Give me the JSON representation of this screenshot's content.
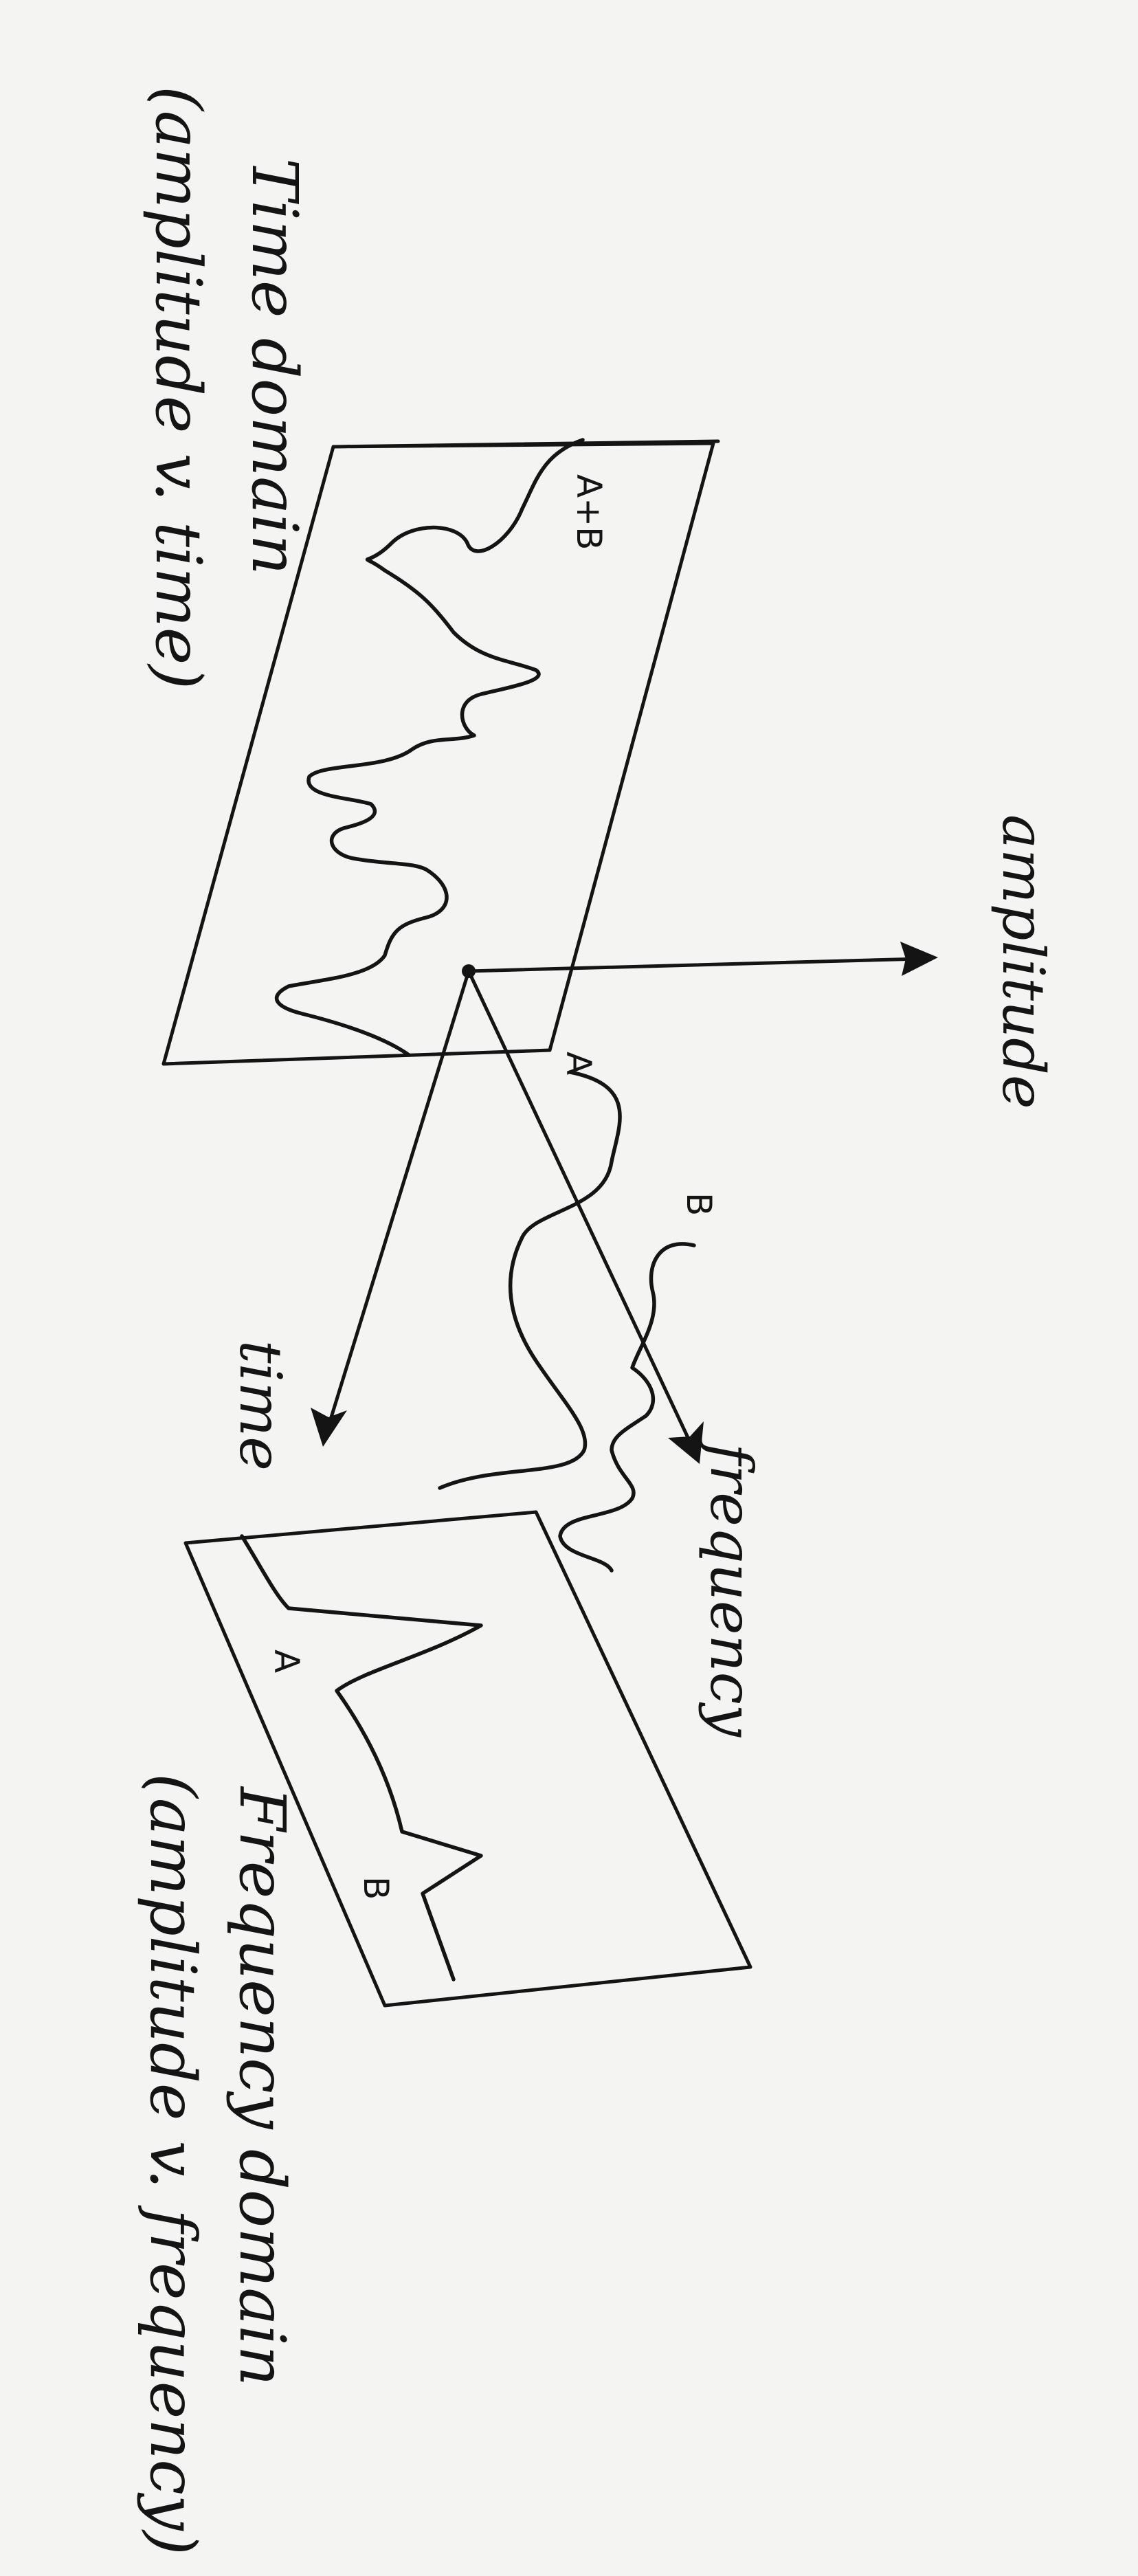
{
  "captions": {
    "time_domain_title": "Time domain",
    "time_domain_sub": "(amplitude v. time)",
    "frequency_domain_title": "Frequency domain",
    "frequency_domain_sub": "(amplitude v. frequency)"
  },
  "axes": {
    "amplitude": "amplitude",
    "time": "time",
    "frequency": "frequency"
  },
  "labels": {
    "sum": "A+B",
    "wave_a": "A",
    "wave_b": "B",
    "peak_a": "A",
    "peak_b": "B"
  },
  "colors": {
    "paper": "#f4f4f2",
    "ink": "#141414"
  }
}
